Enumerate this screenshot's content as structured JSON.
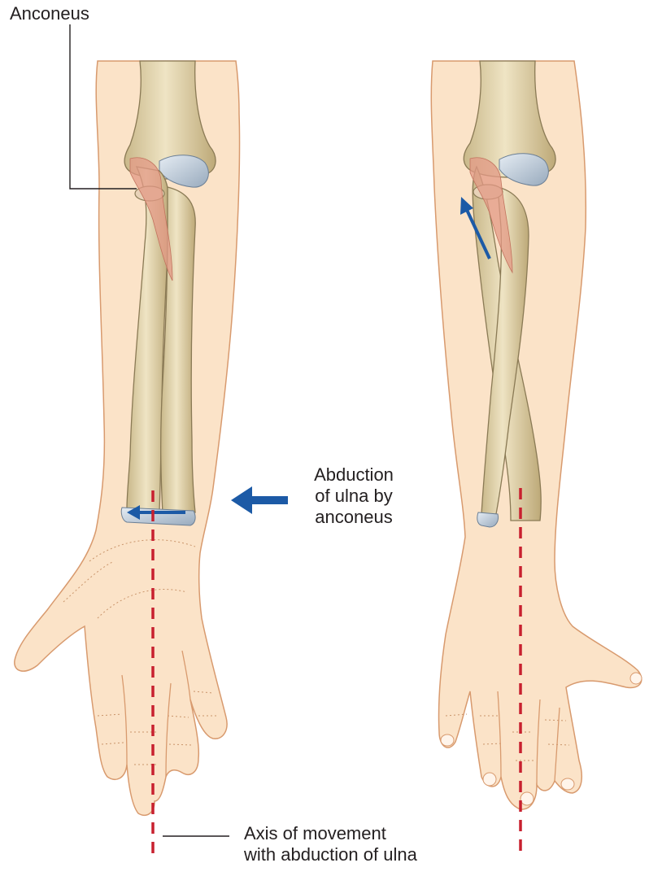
{
  "labels": {
    "anconeus": "Anconeus",
    "abduction": [
      "Abduction",
      "of ulna by",
      "anconeus"
    ],
    "axis": [
      "Axis of movement",
      "with abduction of ulna"
    ]
  },
  "colors": {
    "skin": "#fbe3c8",
    "skin_outline": "#d89a6e",
    "bone": "#e8dbb4",
    "bone_shade": "#c7b483",
    "bone_outline": "#8a7a55",
    "cartilage": "#b9c6d3",
    "muscle": "#e39a86",
    "arrow_blue": "#1c5aa6",
    "axis_red": "#c8202f",
    "leader_line": "#231f20"
  },
  "icons": {
    "left_arrow": "blue-left-arrow-icon",
    "up_arrow": "blue-up-arrow-icon"
  }
}
